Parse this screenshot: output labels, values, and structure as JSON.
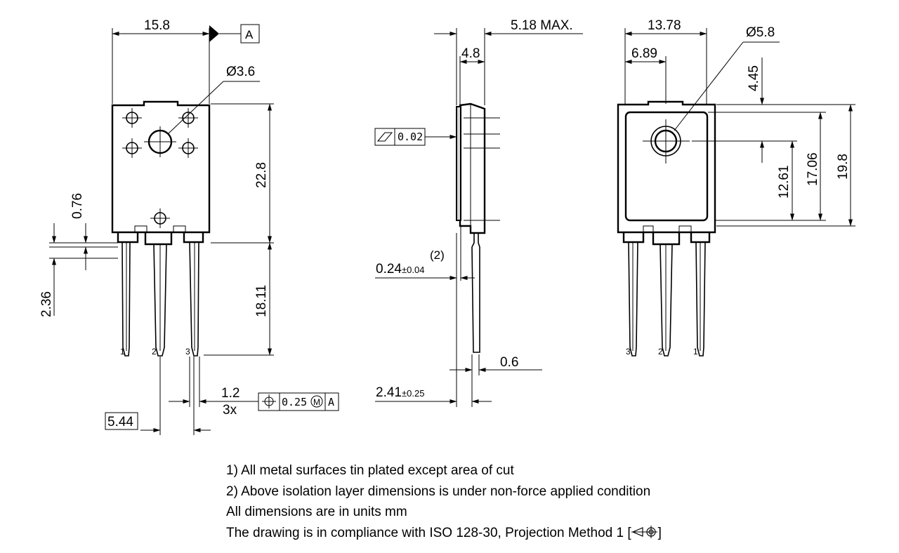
{
  "dimensions": {
    "width": "15.8",
    "hole_dia": "Ø3.6",
    "body_height": "22.8",
    "tab_offset": "0.76",
    "lead_width": "2.36",
    "lead_length": "18.11",
    "lead_pitch": "5.44",
    "lead_thickness": "1.2",
    "lead_count": "3x",
    "side_max": "5.18 MAX.",
    "side_body": "4.8",
    "isolation": "0.24",
    "isolation_tol": "±0.04",
    "note_ref": "(2)",
    "lead_t": "0.6",
    "standoff": "2.41",
    "standoff_tol": "±0.25",
    "back_width": "13.78",
    "back_half": "6.89",
    "back_hole_dia": "Ø5.8",
    "back_top": "4.45",
    "back_hole_y": "12.61",
    "back_pad": "17.06",
    "back_height": "19.8"
  },
  "datum": {
    "label": "A"
  },
  "flatness": {
    "value": "0.02"
  },
  "position_tol": {
    "value": "0.25",
    "modifier": "M",
    "datum": "A"
  },
  "pins_front": [
    "1",
    "2",
    "3"
  ],
  "pins_back": [
    "3",
    "2",
    "1"
  ],
  "notes": [
    "1) All metal surfaces tin plated except area of cut",
    "2) Above isolation layer dimensions is under non-force applied condition",
    "All dimensions are in units mm",
    "The drawing is in compliance with ISO 128-30, Projection Method 1 ["
  ],
  "notes_end": "]"
}
